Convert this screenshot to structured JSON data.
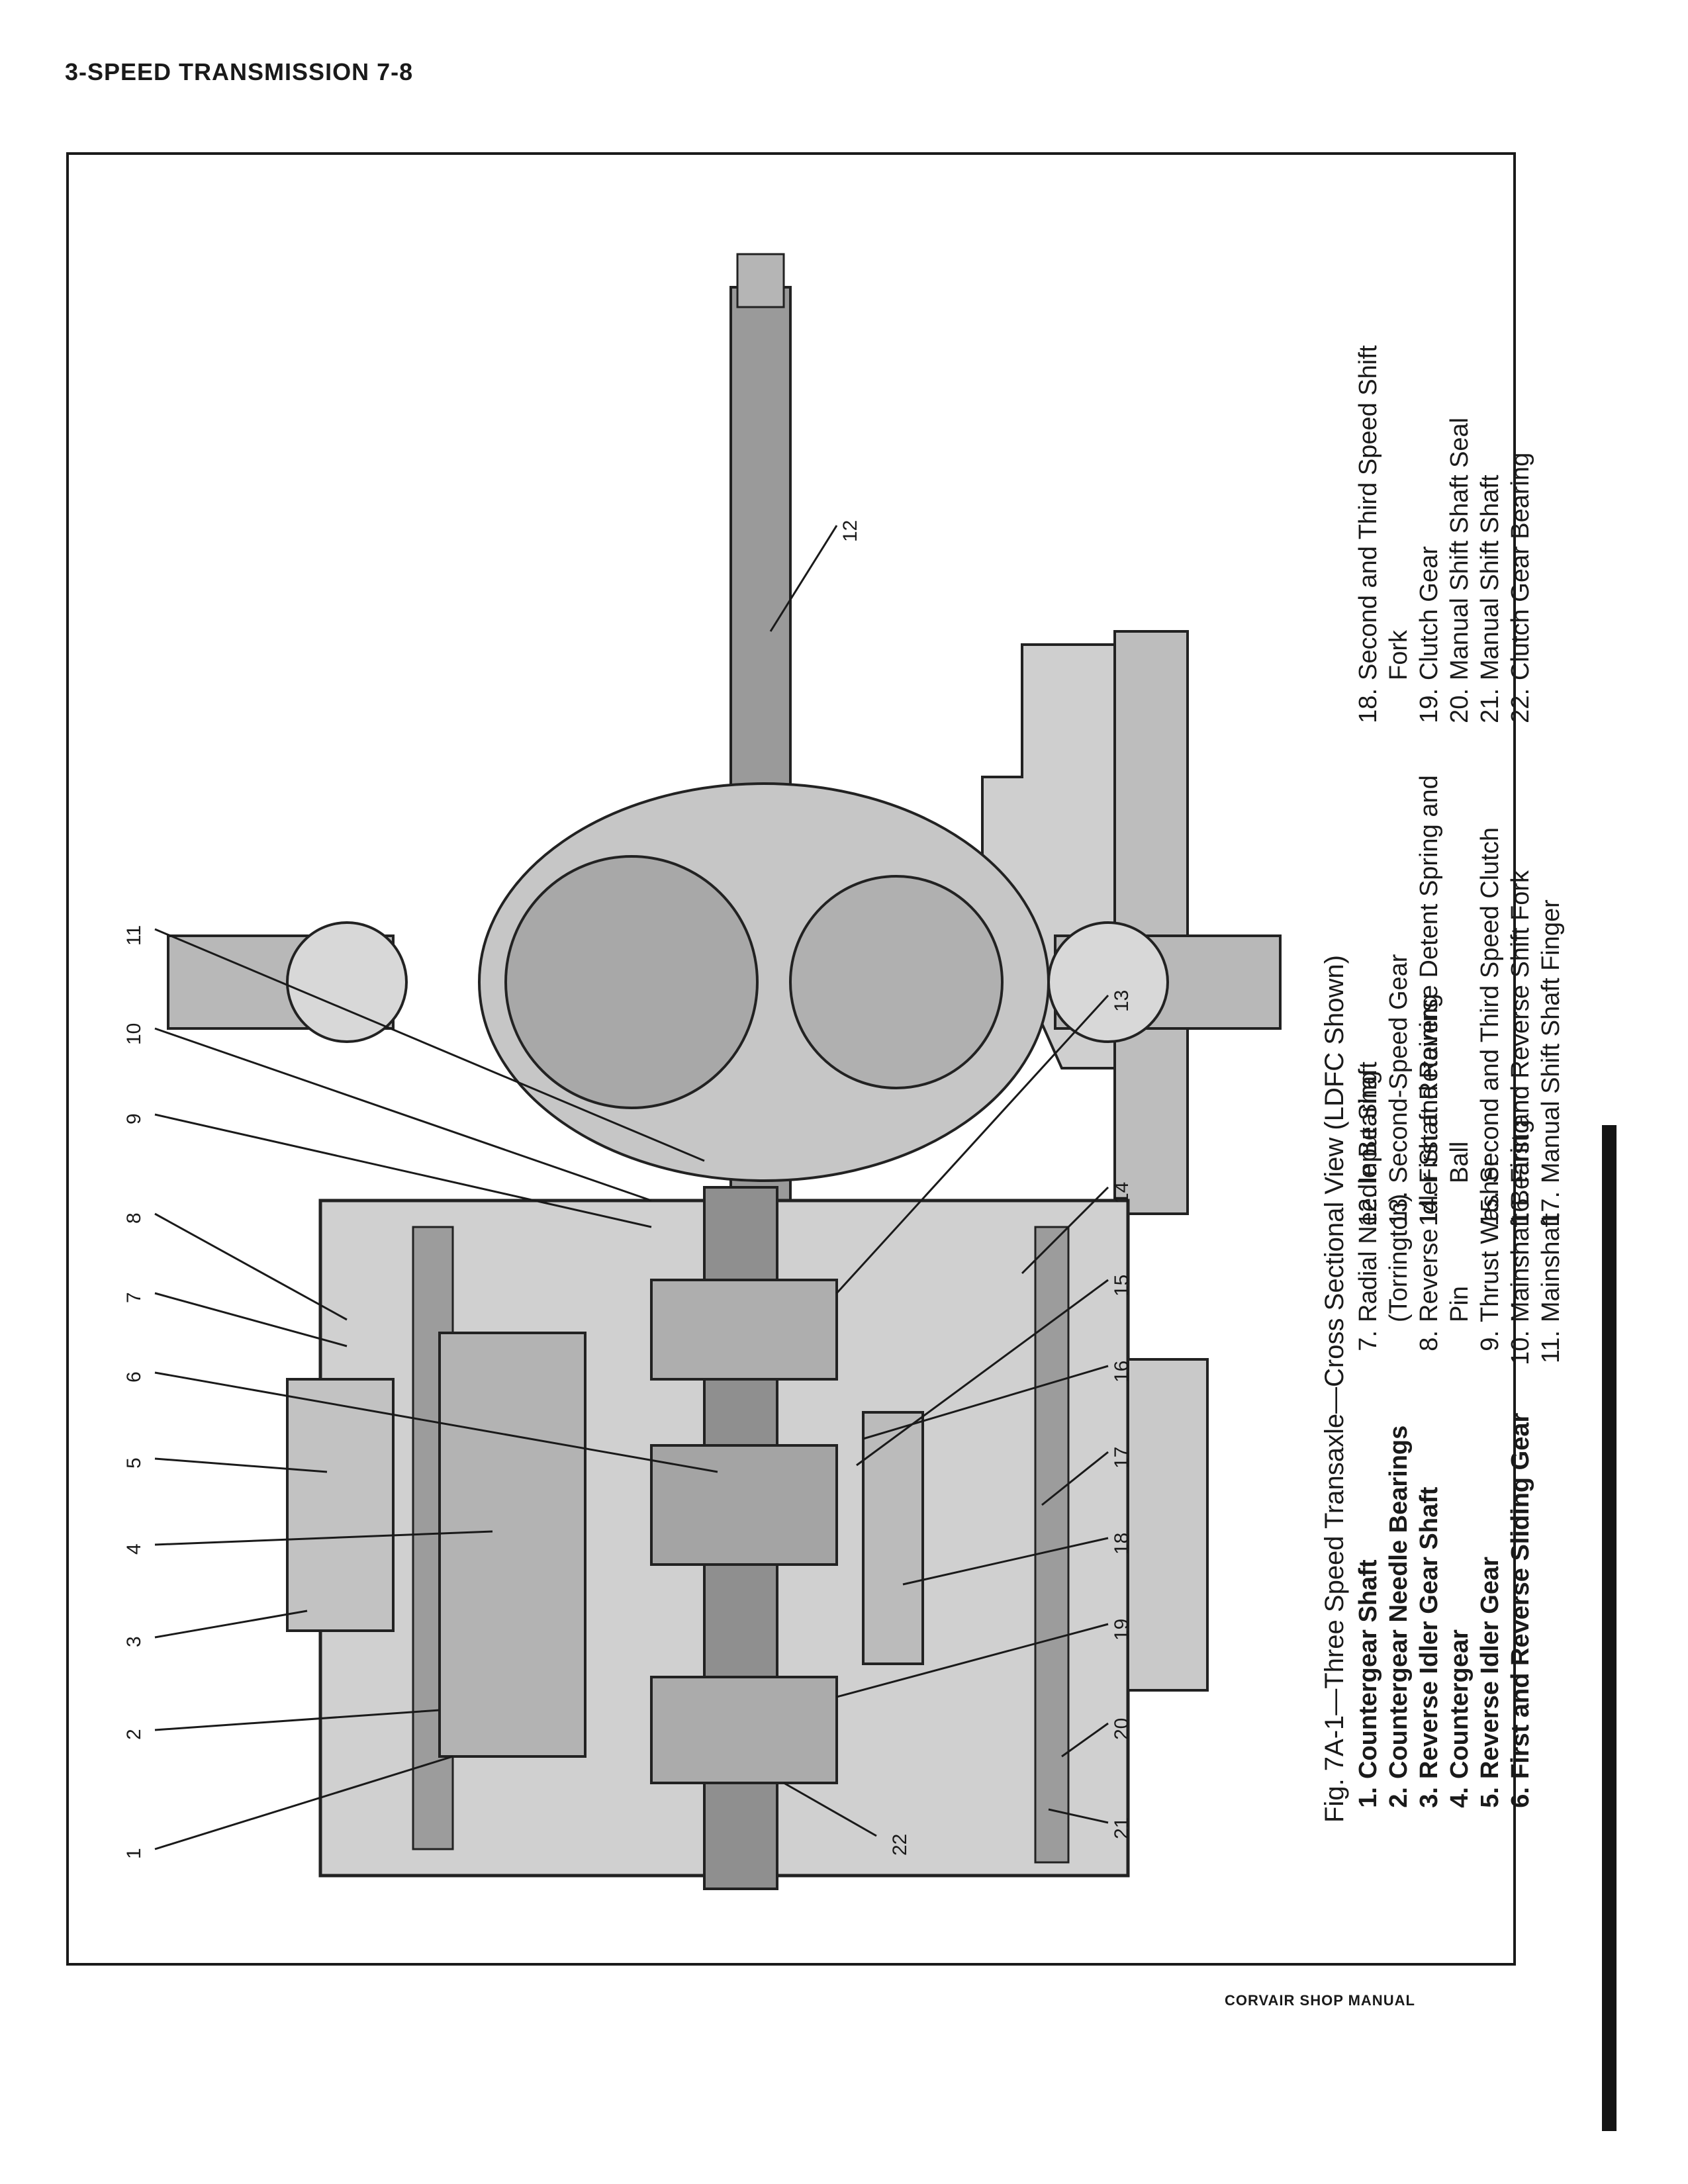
{
  "header": {
    "title": "3-SPEED TRANSMISSION 7-8"
  },
  "figure": {
    "caption": "Fig. 7A-1—Three Speed Transaxle—Cross Sectional View (LDFC Shown)",
    "callouts": [
      "1",
      "2",
      "3",
      "4",
      "5",
      "6",
      "7",
      "8",
      "9",
      "10",
      "11",
      "12",
      "13",
      "14",
      "15",
      "16",
      "17",
      "18",
      "19",
      "20",
      "21",
      "22"
    ]
  },
  "legend": {
    "col1": [
      {
        "num": "1.",
        "text": "Countergear Shaft"
      },
      {
        "num": "2.",
        "text": "Countergear Needle Bearings"
      },
      {
        "num": "3.",
        "text": "Reverse Idler Gear Shaft"
      },
      {
        "num": "4.",
        "text": "Countergear"
      },
      {
        "num": "5.",
        "text": "Reverse Idler Gear"
      },
      {
        "num": "6.",
        "text": "First and Reverse Sliding Gear"
      }
    ],
    "col2": [
      {
        "num": "7.",
        "text": "Radial Needle Bearing (Torrington)"
      },
      {
        "num": "8.",
        "text": "Reverse Idler Shaft Retaining Pin"
      },
      {
        "num": "9.",
        "text": "Thrust Washer"
      },
      {
        "num": "10.",
        "text": "Mainshaft Bearing"
      },
      {
        "num": "11.",
        "text": "Mainshaft"
      }
    ],
    "col3": [
      {
        "num": "12.",
        "text": "Input Shaft"
      },
      {
        "num": "13.",
        "text": "Second-Speed Gear"
      },
      {
        "num": "14.",
        "text": "First and Reverse Detent Spring and Ball"
      },
      {
        "num": "15.",
        "text": "Second and Third Speed Clutch"
      },
      {
        "num": "16.",
        "text": "First and Reverse Shift Fork"
      },
      {
        "num": "17.",
        "text": "Manual Shift Shaft Finger"
      }
    ],
    "col4": [
      {
        "num": "18.",
        "text": "Second and Third Speed Shift Fork"
      },
      {
        "num": "19.",
        "text": "Clutch Gear"
      },
      {
        "num": "20.",
        "text": "Manual Shift Shaft Seal"
      },
      {
        "num": "21.",
        "text": "Manual Shift Shaft"
      },
      {
        "num": "22.",
        "text": "Clutch Gear Bearing"
      }
    ]
  },
  "footer": {
    "text": "CORVAIR SHOP MANUAL"
  }
}
